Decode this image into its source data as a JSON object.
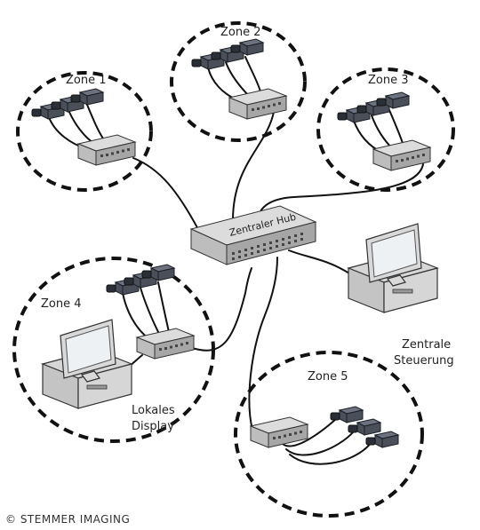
{
  "labels": {
    "zone1": "Zone 1",
    "zone2": "Zone 2",
    "zone3": "Zone 3",
    "zone4": "Zone 4",
    "zone5": "Zone 5",
    "central_hub": "Zentraler Hub",
    "central_control_line1": "Zentrale",
    "central_control_line2": "Steuerung",
    "local_display_line1": "Lokales",
    "local_display_line2": "Display",
    "copyright": "© STEMMER IMAGING"
  },
  "icons": {
    "camera": "camera-icon",
    "switch": "network-switch-icon",
    "computer": "computer-icon"
  },
  "colors": {
    "line": "#111111",
    "device_light": "#dcdcdc",
    "device_dark": "#4a4f5a"
  }
}
